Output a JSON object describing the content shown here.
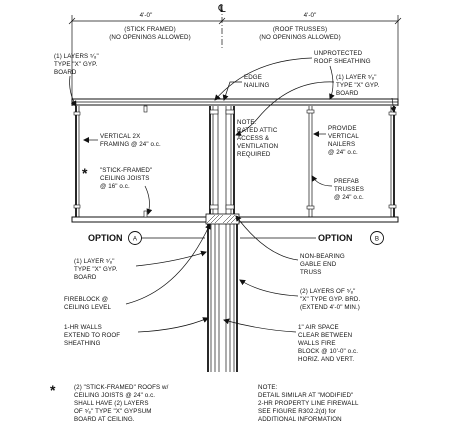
{
  "dimensions": {
    "left": "4'-0\"",
    "right": "4'-0\"",
    "centerline": "℄"
  },
  "top_labels": {
    "left": [
      "(STICK FRAMED)",
      "(NO OPENINGS ALLOWED)"
    ],
    "right": [
      "(ROOF TRUSSES)",
      "(NO OPENINGS ALLOWED)"
    ]
  },
  "callouts": {
    "gyp_left": [
      "(1) LAYERS ⁵⁄₈\"",
      "TYPE \"X\" GYP.",
      "BOARD"
    ],
    "unprotected": [
      "UNPROTECTED",
      "ROOF SHEATHING"
    ],
    "edge_nailing": [
      "EDGE",
      "NAILING"
    ],
    "gyp_right_top": [
      "(1) LAYER ⁵⁄₈\"",
      "TYPE \"X\" GYP.",
      "BOARD"
    ],
    "vertical_2x": [
      "VERTICAL 2X",
      "FRAMING @ 24\" o.c."
    ],
    "note_attic": [
      "NOTE:",
      "RATED ATTIC",
      "ACCESS &",
      "VENTILATION",
      "REQUIRED"
    ],
    "vertical_nailers": [
      "PROVIDE",
      "VERTICAL",
      "NAILERS",
      "@ 24\" o.c."
    ],
    "stick_framed": [
      "\"STICK-FRAMED\"",
      "CEILING JOISTS",
      "@ 16\" o.c."
    ],
    "prefab": [
      "PREFAB",
      "TRUSSES",
      "@ 24\" o.c."
    ],
    "gyp_left_mid": [
      "(1) LAYER ⁵⁄₈\"",
      "TYPE \"X\" GYP.",
      "BOARD"
    ],
    "gable": [
      "NON-BEARING",
      "GABLE END",
      "TRUSS"
    ],
    "fireblock": [
      "FIREBLOCK @",
      "CEILING LEVEL"
    ],
    "gyp_two": [
      "(2) LAYERS OF ⁵⁄₈\"",
      "\"X\" TYPE GYP. BRD.",
      "(EXTEND 4'-0\" MIN.)"
    ],
    "one_hr": [
      "1-HR WALLS",
      "EXTEND TO ROOF",
      "SHEATHING"
    ],
    "air_space": [
      "1\" AIR SPACE",
      "CLEAR BETWEEN",
      "WALLS FIRE",
      "BLOCK @ 10'-0\" o.c.",
      "HORIZ. AND VERT."
    ]
  },
  "options": {
    "a_label": "OPTION",
    "a_letter": "A",
    "b_label": "OPTION",
    "b_letter": "B"
  },
  "asterisk": "*",
  "footnote": [
    "(2) \"STICK-FRAMED\" ROOFS w/",
    "CEILING JOISTS @ 24\" o.c.",
    "SHALL HAVE (2) LAYERS",
    "OF ⁵⁄₈\" TYPE \"X\" GYPSUM",
    "BOARD AT CEILING."
  ],
  "note": [
    "NOTE:",
    "DETAIL SIMILAR AT \"MODIFIED\"",
    "2-HR PROPERTY LINE FIREWALL",
    "SEE FIGURE R302.2(d) for",
    "ADDITIONAL INFORMATION"
  ]
}
